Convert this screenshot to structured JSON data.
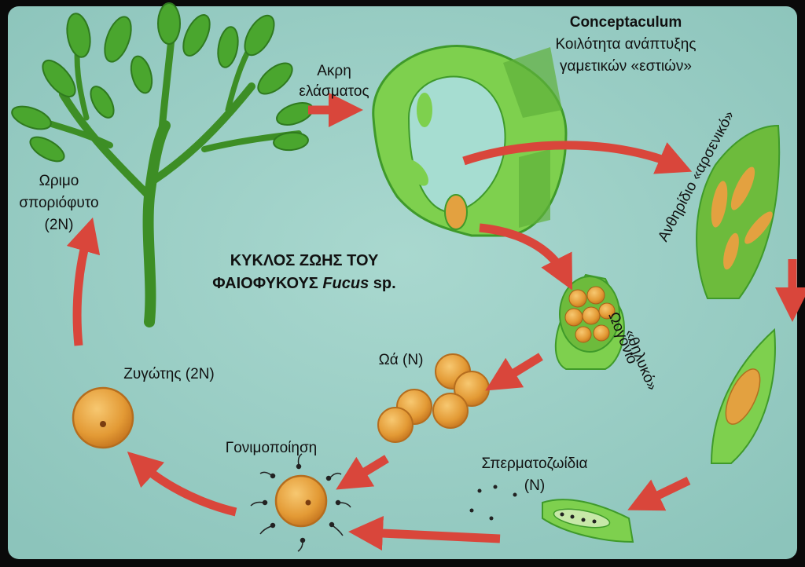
{
  "title": {
    "line1": "ΚΥΚΛΟΣ ΖΩΗΣ ΤΟΥ",
    "line2_prefix": "ΦΑΙΟΦΥΚΟΥΣ ",
    "line2_species": "Fucus",
    "line2_suffix": " sp."
  },
  "labels": {
    "conceptaculum": "Conceptaculum",
    "cavity_line1": "Κοιλότητα ανάπτυξης",
    "cavity_line2": "γαμετικών «εστιών»",
    "tip_line1": "Ακρη",
    "tip_line2": "ελάσματος",
    "sporophyte_line1": "Ωριμο",
    "sporophyte_line2": "σποριόφυτο",
    "sporophyte_line3": "(2Ν)",
    "antheridium": "Ανθηρίδιο «αρσενικό»",
    "oogonium_line1": "Ωογόνιο",
    "oogonium_line2": "«θηλυκό»",
    "eggs": "Ωά (Ν)",
    "zygote": "Ζυγώτης (2Ν)",
    "fertilization": "Γονιμοποίηση",
    "sperm_line1": "Σπερματοζωίδια",
    "sperm_line2": "(Ν)"
  },
  "colors": {
    "background": "#9fd0c6",
    "plant_green": "#4aa62e",
    "light_green": "#8fd25a",
    "arrow_red": "#d9463b",
    "egg_orange": "#e8a03a",
    "frame": "#0a0a0a"
  }
}
